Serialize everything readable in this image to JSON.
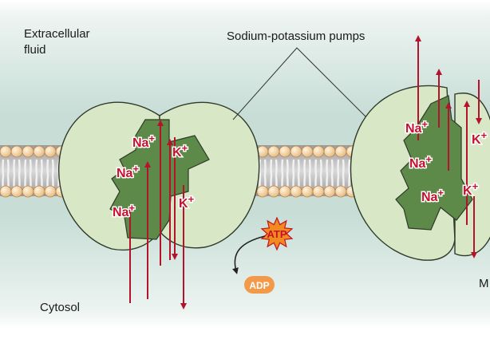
{
  "labels": {
    "extracellular": "Extracellular",
    "fluid": "fluid",
    "pumps_title": "Sodium-potassium pumps",
    "cytosol": "Cytosol",
    "cut_letter": "M"
  },
  "ions": {
    "na": "Na",
    "k": "K",
    "plus": "+",
    "atp": "ATP",
    "adp": "ADP"
  },
  "colors": {
    "background_top": "#ffffff",
    "background_mid": "#cfe3dd",
    "protein_fill": "#d8e7c6",
    "protein_channel": "#5d8a49",
    "arrow": "#b3142c",
    "ion_text": "#c8102e",
    "lipid_head": "#f3cf9e",
    "atp_star": "#f18a1f",
    "adp_pill": "#f39a4a"
  }
}
